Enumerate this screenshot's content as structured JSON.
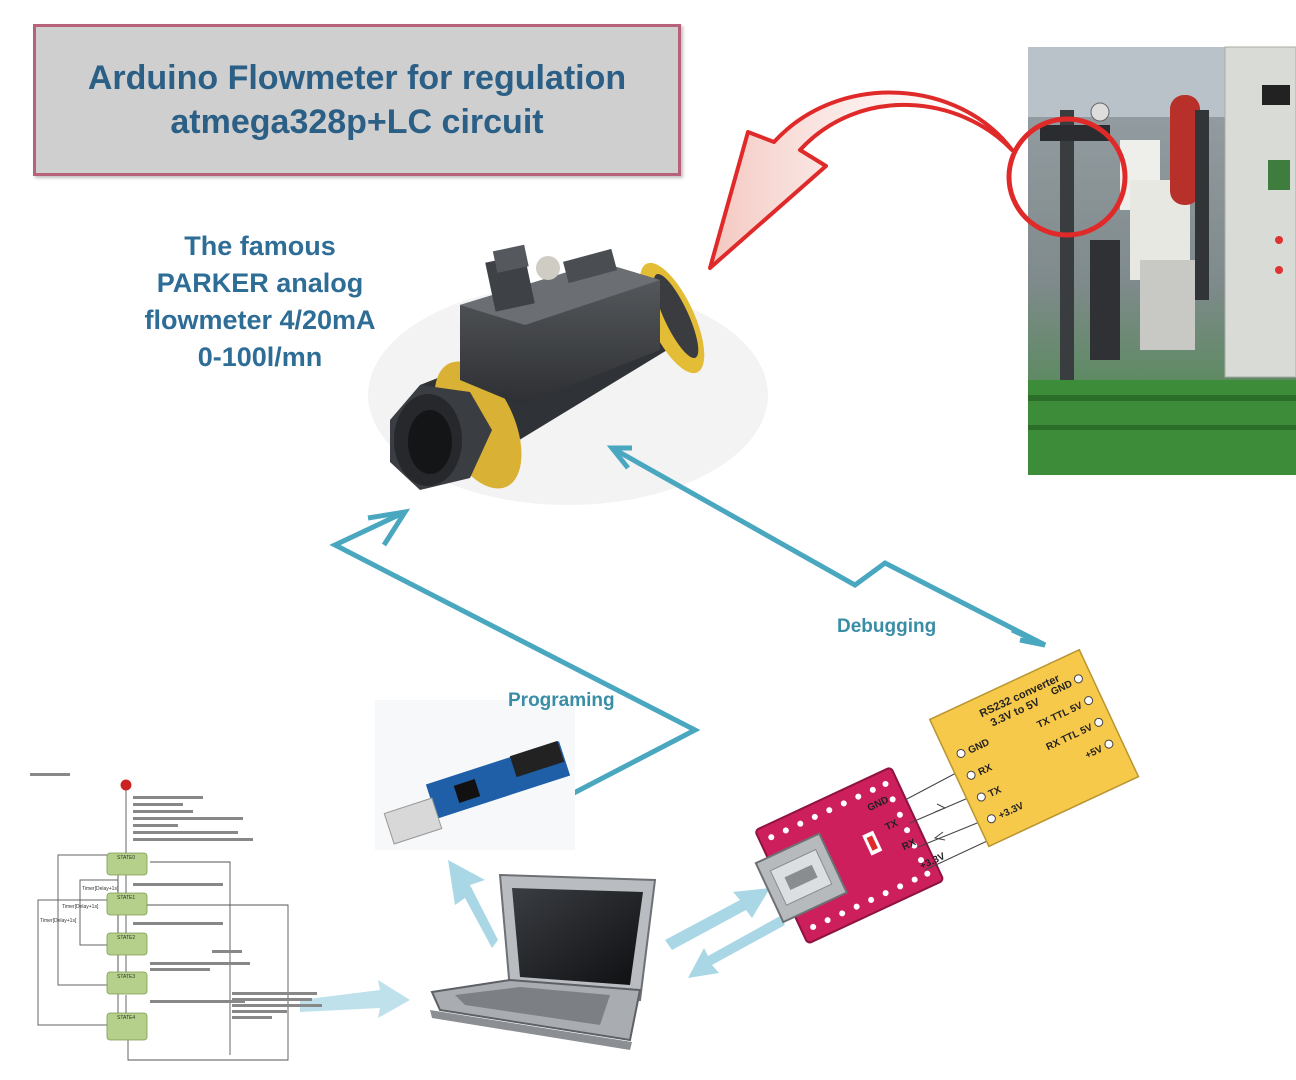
{
  "title": {
    "line1": "Arduino Flowmeter for regulation",
    "line2": "atmega328p+LC circuit"
  },
  "flowmeter_description": {
    "line1": "The famous",
    "line2": "PARKER analog",
    "line3": "flowmeter 4/20mA",
    "line4": "0-100l/mn"
  },
  "labels": {
    "programing": "Programing",
    "debugging": "Debugging"
  },
  "rs232_board": {
    "title_line1": "RS232 converter",
    "title_line2": "3.3V to 5V",
    "left_pins": [
      "GND",
      "RX",
      "TX",
      "+3.3V"
    ],
    "right_pins": [
      "GND",
      "TX TTL 5V",
      "RX TTL 5V",
      "+5V"
    ]
  },
  "usb_board": {
    "pins": [
      "GND",
      "TX",
      "RX",
      "+3.3V"
    ]
  },
  "state_diagram": {
    "states": [
      "STATE0",
      "STATE1",
      "STATE2",
      "STATE3",
      "STATE4"
    ],
    "timer_labels": [
      "Timer[Delay+1s]",
      "Timer[Delay+1s]",
      "Timer[Delay+1s]"
    ]
  },
  "colors": {
    "title_text": "#2b5f86",
    "title_border": "#b5627a",
    "flow_arrow": "#4aa7c0",
    "light_arrow": "#a9d7e6",
    "red_arrow": "#e02a2a",
    "rs232_fill": "#f7c94a",
    "usb_board_fill": "#cc1f5c",
    "state_fill": "#b5d08a"
  },
  "icons": [
    "curved-red-arrow-icon",
    "double-arrow-icon",
    "usb-plug-icon",
    "laptop-icon"
  ]
}
